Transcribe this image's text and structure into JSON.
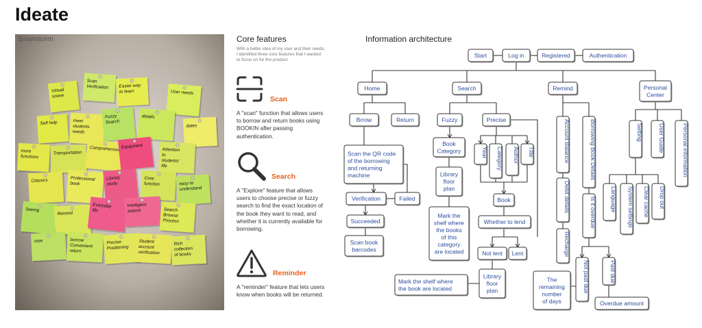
{
  "page_title": "Ideate",
  "brainstorm": {
    "label": "Brainstorm",
    "notes": [
      {
        "text": "Virtual scene",
        "color": "#dde94a"
      },
      {
        "text": "Scan Verification",
        "color": "#cfe96a"
      },
      {
        "text": "Easier way to learn",
        "color": "#e6ec4e"
      },
      {
        "text": "User needs",
        "color": "#d9ee5c"
      },
      {
        "text": "Self help",
        "color": "#e1ea45"
      },
      {
        "text": "meet students needs",
        "color": "#e8e85a"
      },
      {
        "text": "Fuzzy Search",
        "color": "#b7e264"
      },
      {
        "text": "details",
        "color": "#cbe85c"
      },
      {
        "text": "dates",
        "color": "#efec6a"
      },
      {
        "text": "more functions",
        "color": "#e3e74a"
      },
      {
        "text": "Transportation",
        "color": "#d7e357"
      },
      {
        "text": "Comprehensive",
        "color": "#e9e756"
      },
      {
        "text": "Equipment",
        "color": "#ee4d7e"
      },
      {
        "text": "Attention to students' life",
        "color": "#d8e662"
      },
      {
        "text": "Classics",
        "color": "#e5e64f"
      },
      {
        "text": "Professional book",
        "color": "#e8ea5c"
      },
      {
        "text": "Library study",
        "color": "#ec5a88"
      },
      {
        "text": "Core function",
        "color": "#d4e35a"
      },
      {
        "text": "easy to understand",
        "color": "#bfe160"
      },
      {
        "text": "Seeing",
        "color": "#b4df5e"
      },
      {
        "text": "Remind",
        "color": "#dbe758"
      },
      {
        "text": "Everyday life",
        "color": "#ef5b8d"
      },
      {
        "text": "Intelligent search",
        "color": "#ee6892"
      },
      {
        "text": "Search Browse Process",
        "color": "#dde957"
      },
      {
        "text": "rose",
        "color": "#bde064"
      },
      {
        "text": "borrow Convenient return",
        "color": "#cbe55e"
      },
      {
        "text": "Precise Positioning",
        "color": "#e2e759"
      },
      {
        "text": "Student account verification",
        "color": "#e7e55a"
      },
      {
        "text": "Rich collection of books",
        "color": "#dbe65f"
      }
    ]
  },
  "core_features": {
    "title": "Core features",
    "intro": "With a better idea of my user and their needs, I identified three core features that I wanted to focus on for the product.",
    "items": [
      {
        "name": "Scan",
        "icon": "scan-icon",
        "desc": "A \"scan\" function that allows users to borrow and return books using BOOKIN after passing authentication."
      },
      {
        "name": "Search",
        "icon": "magnifier-icon",
        "desc": "A \"Explore\" feature that allows users to choose precise or fuzzy search to find the exact location of the book they want to read, and whether it is currently available for borrowing."
      },
      {
        "name": "Reminder",
        "icon": "warning-icon",
        "desc": "A \"reminder\" feature that lets users know when books will be returned."
      }
    ],
    "accent_color": "#e8601c"
  },
  "information_architecture": {
    "title": "Information architecture",
    "text_color": "#2a4d9c",
    "nodes": {
      "start": "Start",
      "login": "Log in",
      "registered": "Registered",
      "authentication": "Authentication",
      "home": "Home",
      "search": "Search",
      "remind": "Remind",
      "personal_center": [
        "Personal",
        "Center"
      ],
      "brrow": "Brrow",
      "return": "Return",
      "fuzzy": "Fuzzy",
      "precise": "Precise",
      "scan_qr": [
        "Scan the QR code",
        "of the borrowing",
        "and returning",
        "machine"
      ],
      "verification": "Verification",
      "failed": "Failed",
      "succeeded": "Succeeded",
      "scan_barcodes": [
        "Scan book",
        "barcodes"
      ],
      "book_category": [
        "Book",
        "Category"
      ],
      "library_floor_plan_1": [
        "Library",
        "floor",
        "plan"
      ],
      "mark_shelf_category": [
        "Mark the",
        "shelf where",
        "the books",
        "of this",
        "category",
        "are located"
      ],
      "year": "Year",
      "category": "Category",
      "author": "Author",
      "title": "Title",
      "book": "Book",
      "whether_to_lend": "Whether to lend",
      "not_lent": "Not lent",
      "lent": "Lent",
      "library_floor_plan_2": [
        "Library",
        "floor",
        "plan"
      ],
      "mark_shelf_book": [
        "Mark the shelf where",
        "the book are located"
      ],
      "account_balance": "Account Balance",
      "debit_details": "Debit details",
      "recharge": "Recharge",
      "borrowing_book_details": "Borrowing Book Details",
      "is_overdue": "Is it overdue",
      "not_past_due": "Not past due",
      "past_due": "Past due",
      "remaining_days": [
        "The",
        "remaining",
        "number",
        "of days"
      ],
      "overdue_amount": "Overdue amount",
      "setting": "Setting",
      "user_guide": "User Guide",
      "personal_information": "Personal information",
      "language": "Language",
      "system_settings": "System settings",
      "clear_cache": "Clear cache",
      "drop_out": "Drop out"
    }
  }
}
